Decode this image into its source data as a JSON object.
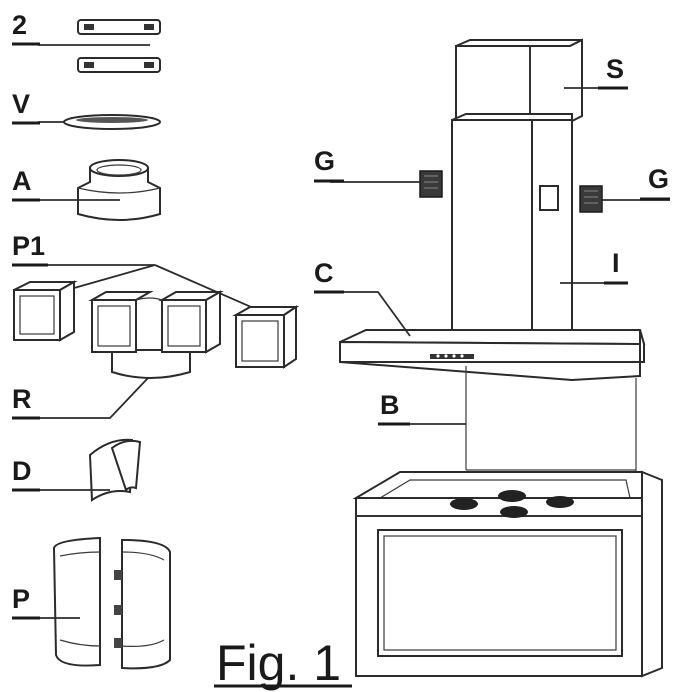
{
  "figure": {
    "caption": "Fig. 1",
    "parts": [
      {
        "key": "p2",
        "label": "2"
      },
      {
        "key": "pV",
        "label": "V"
      },
      {
        "key": "pA",
        "label": "A"
      },
      {
        "key": "pP1",
        "label": "P1"
      },
      {
        "key": "pR",
        "label": "R"
      },
      {
        "key": "pD",
        "label": "D"
      },
      {
        "key": "pP",
        "label": "P"
      },
      {
        "key": "pS",
        "label": "S"
      },
      {
        "key": "pG1",
        "label": "G"
      },
      {
        "key": "pG2",
        "label": "G"
      },
      {
        "key": "pI",
        "label": "I"
      },
      {
        "key": "pC",
        "label": "C"
      },
      {
        "key": "pB",
        "label": "B"
      }
    ]
  }
}
